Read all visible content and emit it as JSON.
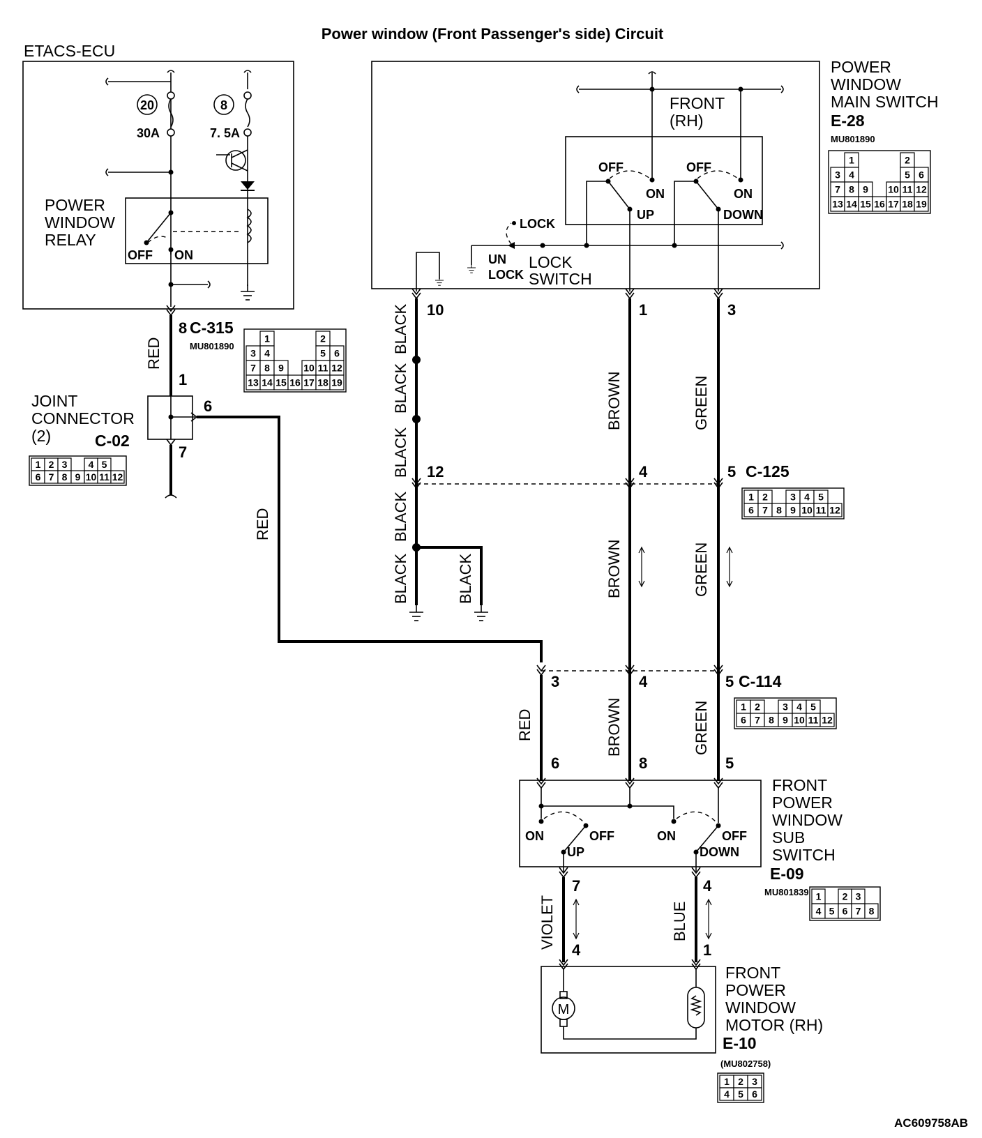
{
  "title": "Power window (Front Passenger's side) Circuit",
  "reference_code": "AC609758AB",
  "etacs": {
    "label": "ETACS-ECU",
    "fuse_a_number": "20",
    "fuse_a_rating": "30A",
    "fuse_b_number": "8",
    "fuse_b_rating": "7. 5A",
    "relay_label": [
      "POWER",
      "WINDOW",
      "RELAY"
    ],
    "relay_off": "OFF",
    "relay_on": "ON"
  },
  "main_switch": {
    "label": [
      "POWER",
      "WINDOW",
      "MAIN SWITCH"
    ],
    "code": "E-28",
    "part_no": "MU801890",
    "front_label": [
      "FRONT",
      "(RH)"
    ],
    "off": "OFF",
    "on": "ON",
    "up": "UP",
    "down": "DOWN",
    "lock": "LOCK",
    "unlock": [
      "UN",
      "LOCK"
    ],
    "lock_switch": [
      "LOCK",
      "SWITCH"
    ]
  },
  "connector_c315": {
    "code": "C-315",
    "part_no": "MU801890",
    "rows": [
      [
        "",
        "1",
        "",
        "",
        "",
        "2",
        ""
      ],
      [
        "3",
        "4",
        "",
        "",
        "",
        "5",
        "6"
      ],
      [
        "7",
        "8",
        "9",
        "",
        "10",
        "11",
        "12"
      ],
      [
        "13",
        "14",
        "15",
        "16",
        "17",
        "18",
        "19"
      ]
    ]
  },
  "connector_e28": {
    "rows": [
      [
        "",
        "1",
        "",
        "",
        "",
        "2",
        ""
      ],
      [
        "3",
        "4",
        "",
        "",
        "",
        "5",
        "6"
      ],
      [
        "7",
        "8",
        "9",
        "",
        "10",
        "11",
        "12"
      ],
      [
        "13",
        "14",
        "15",
        "16",
        "17",
        "18",
        "19"
      ]
    ]
  },
  "joint_connector": {
    "label": [
      "JOINT",
      "CONNECTOR",
      "(2)"
    ],
    "code": "C-02",
    "rows": [
      [
        "1",
        "2",
        "3",
        "",
        "4",
        "5"
      ],
      [
        "6",
        "7",
        "8",
        "9",
        "10",
        "11",
        "12"
      ]
    ]
  },
  "connector_c125": {
    "code": "C-125",
    "rows": [
      [
        "1",
        "2",
        "",
        "3",
        "4",
        "5"
      ],
      [
        "6",
        "7",
        "8",
        "9",
        "10",
        "11",
        "12"
      ]
    ]
  },
  "connector_c114": {
    "code": "C-114",
    "rows": [
      [
        "1",
        "2",
        "",
        "3",
        "4",
        "5"
      ],
      [
        "6",
        "7",
        "8",
        "9",
        "10",
        "11",
        "12"
      ]
    ]
  },
  "sub_switch": {
    "label": [
      "FRONT",
      "POWER",
      "WINDOW",
      "SUB",
      "SWITCH"
    ],
    "code": "E-09",
    "part_no": "MU801839",
    "on": "ON",
    "off": "OFF",
    "up": "UP",
    "down": "DOWN",
    "rows": [
      [
        "1",
        "",
        "2",
        "3"
      ],
      [
        "4",
        "5",
        "6",
        "7",
        "8"
      ]
    ]
  },
  "motor": {
    "label": [
      "FRONT",
      "POWER",
      "WINDOW",
      "MOTOR (RH)"
    ],
    "code": "E-10",
    "part_no": "(MU802758)",
    "rows": [
      [
        "1",
        "2",
        "3"
      ],
      [
        "4",
        "5",
        "6"
      ]
    ]
  },
  "pins": {
    "c315_8": "8",
    "jc_1": "1",
    "jc_6": "6",
    "jc_7": "7",
    "e28_10": "10",
    "e28_1": "1",
    "e28_3": "3",
    "c125_12": "12",
    "c125_4": "4",
    "c125_5": "5",
    "c114_3": "3",
    "c114_4": "4",
    "c114_5": "5",
    "e09_6": "6",
    "e09_8": "8",
    "e09_5": "5",
    "e09_7": "7",
    "e09_4": "4",
    "e10_4": "4",
    "e10_1": "1"
  },
  "wire_colors": {
    "red": "RED",
    "black": "BLACK",
    "brown": "BROWN",
    "green": "GREEN",
    "violet": "VIOLET",
    "blue": "BLUE"
  }
}
